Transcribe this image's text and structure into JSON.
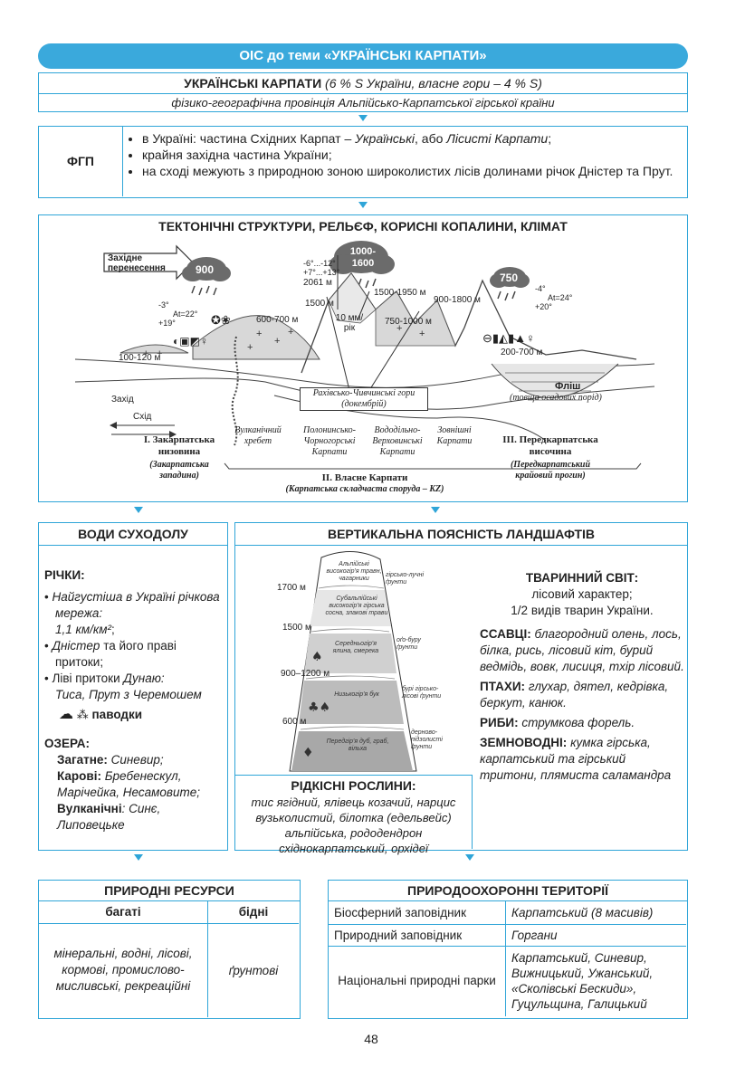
{
  "banner": "ОІС до теми «УКРАЇНСЬКІ КАРПАТИ»",
  "title": {
    "main": "УКРАЇНСЬКІ КАРПАТИ",
    "share": "(6 % S України, власне гори – 4 % S)",
    "province": "фізико-географічна провінція Альпійсько-Карпатської гірської країни"
  },
  "fgp": {
    "label": "ФГП",
    "line1_a": "в Україні: частина Східних Карпат – ",
    "line1_b": "Українські",
    "line1_c": ", або ",
    "line1_d": "Лісисті Карпати",
    "line1_e": ";",
    "line2": "крайня західна частина України;",
    "line3": "на сході межують з природною зоною широколистих лісів долинами річок Дністер та Прут."
  },
  "tectonic": {
    "header": "ТЕКТОНІЧНІ СТРУКТУРИ, РЕЛЬЄФ, КОРИСНІ КОПАЛИНИ, КЛІМАТ",
    "west_wind": "Західне перенесення",
    "precip_west": "900",
    "precip_peak": "1000-1600",
    "precip_east": "750",
    "temp_west_jan": "-3°",
    "temp_west_at": "At=22°",
    "temp_west_jul": "+19°",
    "temp_peak_jan": "-6°...-12°",
    "temp_peak_jul": "+7°...+13°",
    "temp_east_jan": "-4°",
    "temp_east_at": "At=24°",
    "temp_east_jul": "+20°",
    "elev_lowland": "100-120 м",
    "elev_volcanic": "600-700 м",
    "elev_peak": "2061 м",
    "elev_1500": "1500 м",
    "elev_poloniny": "1500-1950 м",
    "elev_vododil": "750-1000 м",
    "elev_outer": "900-1800 м",
    "elev_foreland": "200-700 м",
    "rain_rate": "10 мм/рік",
    "rakhiv": "Рахівсько-Чивчинські гори",
    "rakhiv_sub": "(докембрій)",
    "flysch": "Фліш",
    "flysch_sub": "(товща осадових порід)",
    "dir_west": "Захід",
    "dir_east": "Схід",
    "reg1_title": "І. Закарпатська низовина",
    "reg1_sub": "(Закарпатська западина)",
    "volcanic": "Вулканічний хребет",
    "polonyn": "Полонинсько-Чорногорські Карпати",
    "vododil": "Вододільно-Верховинські Карпати",
    "outer": "Зовнішні Карпати",
    "reg2_title": "ІІ. Власне Карпати",
    "reg2_sub": "(Карпатська складчаста споруда – KZ)",
    "reg3_title": "ІІІ. Передкарпатська височина",
    "reg3_sub": "(Передкарпатський крайовий прогин)"
  },
  "waters": {
    "header": "ВОДИ СУХОДОЛУ",
    "rivers_title": "РІЧКИ:",
    "r1": "Найгустіша в Україні річкова мережа:",
    "r1_val": "1,1 км/км²",
    "r1_end": ";",
    "r2_a": "Дністер",
    "r2_b": " та його праві притоки;",
    "r3_a": "Ліві притоки ",
    "r3_b": "Дунаю:",
    "r3_c": "Тиса, Прут з Черемошем",
    "floods": "паводки",
    "lakes_title": "ОЗЕРА:",
    "l1_a": "Загатне:",
    "l1_b": " Синевир;",
    "l2_a": "Карові:",
    "l2_b": " Бребенескул,",
    "l2_c": "Марічейка, Несамовите;",
    "l3_a": "Вулканічні",
    "l3_b": ": Синє,",
    "l3_c": "Липовецьке"
  },
  "vertical": {
    "header": "ВЕРТИКАЛЬНА ПОЯСНІСТЬ ЛАНДШАФТІВ",
    "h1700": "1700 м",
    "h1500": "1500 м",
    "h900": "900–1200 м",
    "h600": "600 м",
    "z1": "Альпійські високогір'я травн, чагарники",
    "z1s": "гірсько-лучні ґрунти",
    "z2": "Субальпійські високогір'я гірська сосна, злакові трави",
    "z3": "Середньогір'я ялина, смерека",
    "z3s": "оґо-буру ґрунти",
    "z4": "Низькогір'я бук",
    "z4s": "бурі гірсько-лісові ґрунти",
    "z5": "Передгір'я дуб, граб, вільха",
    "z5s": "дерново-підзолисті ґрунти",
    "fauna_title": "ТВАРИННИЙ СВІТ:",
    "fauna_1": "лісовий характер;",
    "fauna_2": "1/2 видів тварин України.",
    "mam_a": "ССАВЦІ:",
    "mam_b": "благородний олень, лось, білка, рись, лісовий кіт, бурий ведмідь, вовк, лисиця, тхір лісовий.",
    "bird_a": "ПТАХИ:",
    "bird_b": "глухар, дятел, кедрівка, беркут, канюк.",
    "fish_a": "РИБИ:",
    "fish_b": "струмкова форель.",
    "amph_a": "ЗЕМНОВОДНІ:",
    "amph_b": "кумка гірська, карпатський та гірський тритони, плямиста саламандра",
    "rare_title": "РІДКІСНІ РОСЛИНИ:",
    "rare_text": "тис ягідний, ялівець козачий, нарцис вузьколистий, білотка (едельвейс) альпійська, рододендрон східнокарпатський, орхідеї"
  },
  "resources": {
    "header": "ПРИРОДНІ РЕСУРСИ",
    "rich": "багаті",
    "poor": "бідні",
    "rich_val": "мінеральні, водні, лісові, кормові, промислово-мисливські, рекреаційні",
    "poor_val": "ґрунтові"
  },
  "protected": {
    "header": "ПРИРОДООХОРОННІ ТЕРИТОРІЇ",
    "r1_k": "Біосферний заповідник",
    "r1_v": "Карпатський (8 масивів)",
    "r2_k": "Природний заповідник",
    "r2_v": "Горгани",
    "r3_k": "Національні природні парки",
    "r3_v": "Карпатський, Синевир, Вижницький, Ужанський, «Сколівські Бескиди», Гуцульщина, Галицький"
  },
  "page_number": "48",
  "colors": {
    "accent": "#2fa5d8",
    "header_fill": "#cfeaf7",
    "banner": "#3aa9dc"
  }
}
